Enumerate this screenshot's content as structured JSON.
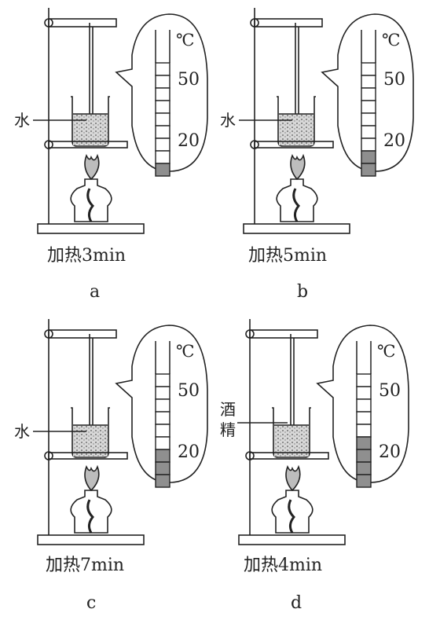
{
  "panels": [
    {
      "caption": "加热3min",
      "letter": "a",
      "liquid_label": [
        "水"
      ],
      "thermometer": {
        "unit": "℃",
        "tick_high": "50",
        "tick_low": "20",
        "filled_segments": 1
      }
    },
    {
      "caption": "加热5min",
      "letter": "b",
      "liquid_label": [
        "水"
      ],
      "thermometer": {
        "unit": "℃",
        "tick_high": "50",
        "tick_low": "20",
        "filled_segments": 2
      }
    },
    {
      "caption": "加热7min",
      "letter": "c",
      "liquid_label": [
        "水"
      ],
      "thermometer": {
        "unit": "℃",
        "tick_high": "50",
        "tick_low": "20",
        "filled_segments": 3
      }
    },
    {
      "caption": "加热4min",
      "letter": "d",
      "liquid_label": [
        "酒",
        "精"
      ],
      "thermometer": {
        "unit": "℃",
        "tick_high": "50",
        "tick_low": "20",
        "filled_segments": 4
      }
    }
  ],
  "colors": {
    "line": "#222222",
    "fill": "#8f8f8f",
    "liquid": "#d4d4d4"
  }
}
